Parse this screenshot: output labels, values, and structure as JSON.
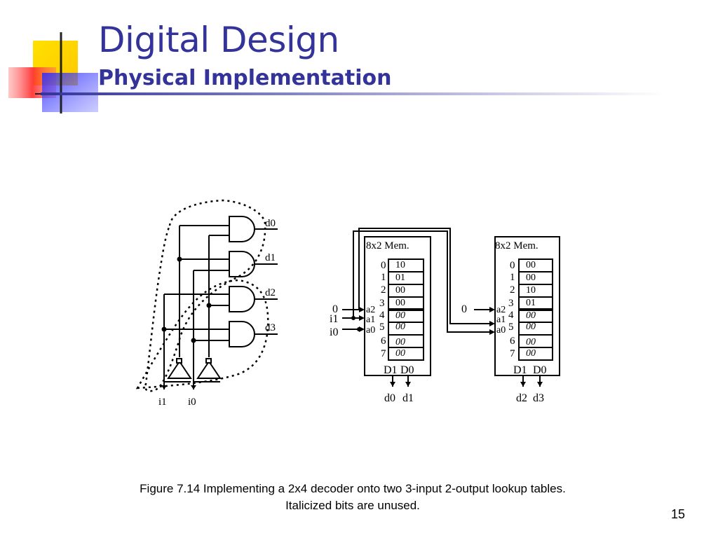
{
  "slide": {
    "title": "Digital Design",
    "subtitle": "Physical Implementation",
    "page_number": "15",
    "caption_line1": "Figure 7.14 Implementing a 2x4 decoder onto two 3-input 2-output lookup tables.",
    "caption_line2": "Italicized bits are unused."
  },
  "colors": {
    "title": "#333399",
    "logo_yellow": "#ffd700",
    "logo_red": "#ff3333",
    "logo_blue": "#3333cc"
  },
  "decoder": {
    "outputs": [
      "d0",
      "d1",
      "d2",
      "d3"
    ],
    "inputs": [
      "i1",
      "i0"
    ]
  },
  "lut1": {
    "title": "8x2 Mem.",
    "addresses": [
      "0",
      "1",
      "2",
      "3",
      "4",
      "5",
      "6",
      "7"
    ],
    "contents": [
      "10",
      "01",
      "00",
      "00",
      "00",
      "00",
      "00",
      "00"
    ],
    "address_pins": [
      "a2",
      "a1",
      "a0"
    ],
    "address_inputs": [
      "0",
      "i1",
      "i0"
    ],
    "data_pins": [
      "D1",
      "D0"
    ],
    "outputs": [
      "d0",
      "d1"
    ]
  },
  "lut2": {
    "title": "8x2 Mem.",
    "addresses": [
      "0",
      "1",
      "2",
      "3",
      "4",
      "5",
      "6",
      "7"
    ],
    "contents": [
      "00",
      "00",
      "10",
      "01",
      "00",
      "00",
      "00",
      "00"
    ],
    "address_pins": [
      "a2",
      "a1",
      "a0"
    ],
    "address_inputs": [
      "0"
    ],
    "data_pins": [
      "D1",
      "D0"
    ],
    "outputs": [
      "d2",
      "d3"
    ]
  }
}
